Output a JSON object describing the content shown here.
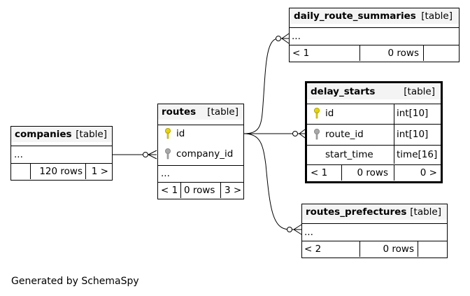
{
  "tables": {
    "companies": {
      "name": "companies",
      "kind": "[table]",
      "ellipsis": "...",
      "rows": "120 rows",
      "children": "1 >"
    },
    "routes": {
      "name": "routes",
      "kind": "[table]",
      "columns": [
        {
          "name": "id",
          "key": "primary"
        },
        {
          "name": "company_id",
          "key": "foreign"
        }
      ],
      "ellipsis": "...",
      "parents": "< 1",
      "rows": "0 rows",
      "children": "3 >"
    },
    "daily_route_summaries": {
      "name": "daily_route_summaries",
      "kind": "[table]",
      "ellipsis": "...",
      "parents": "< 1",
      "rows": "0 rows"
    },
    "delay_starts": {
      "name": "delay_starts",
      "kind": "[table]",
      "columns": [
        {
          "name": "id",
          "type": "int[10]",
          "key": "primary"
        },
        {
          "name": "route_id",
          "type": "int[10]",
          "key": "foreign"
        },
        {
          "name": "start_time",
          "type": "time[16]",
          "key": "none"
        }
      ],
      "parents": "< 1",
      "rows": "0 rows",
      "children": "0 >"
    },
    "routes_prefectures": {
      "name": "routes_prefectures",
      "kind": "[table]",
      "ellipsis": "...",
      "parents": "< 2",
      "rows": "0 rows"
    }
  },
  "colors": {
    "primary_key": "#e8d500",
    "foreign_key": "#a8a8a8",
    "header_bg": "#f4f4f4"
  },
  "footer": "Generated by SchemaSpy"
}
